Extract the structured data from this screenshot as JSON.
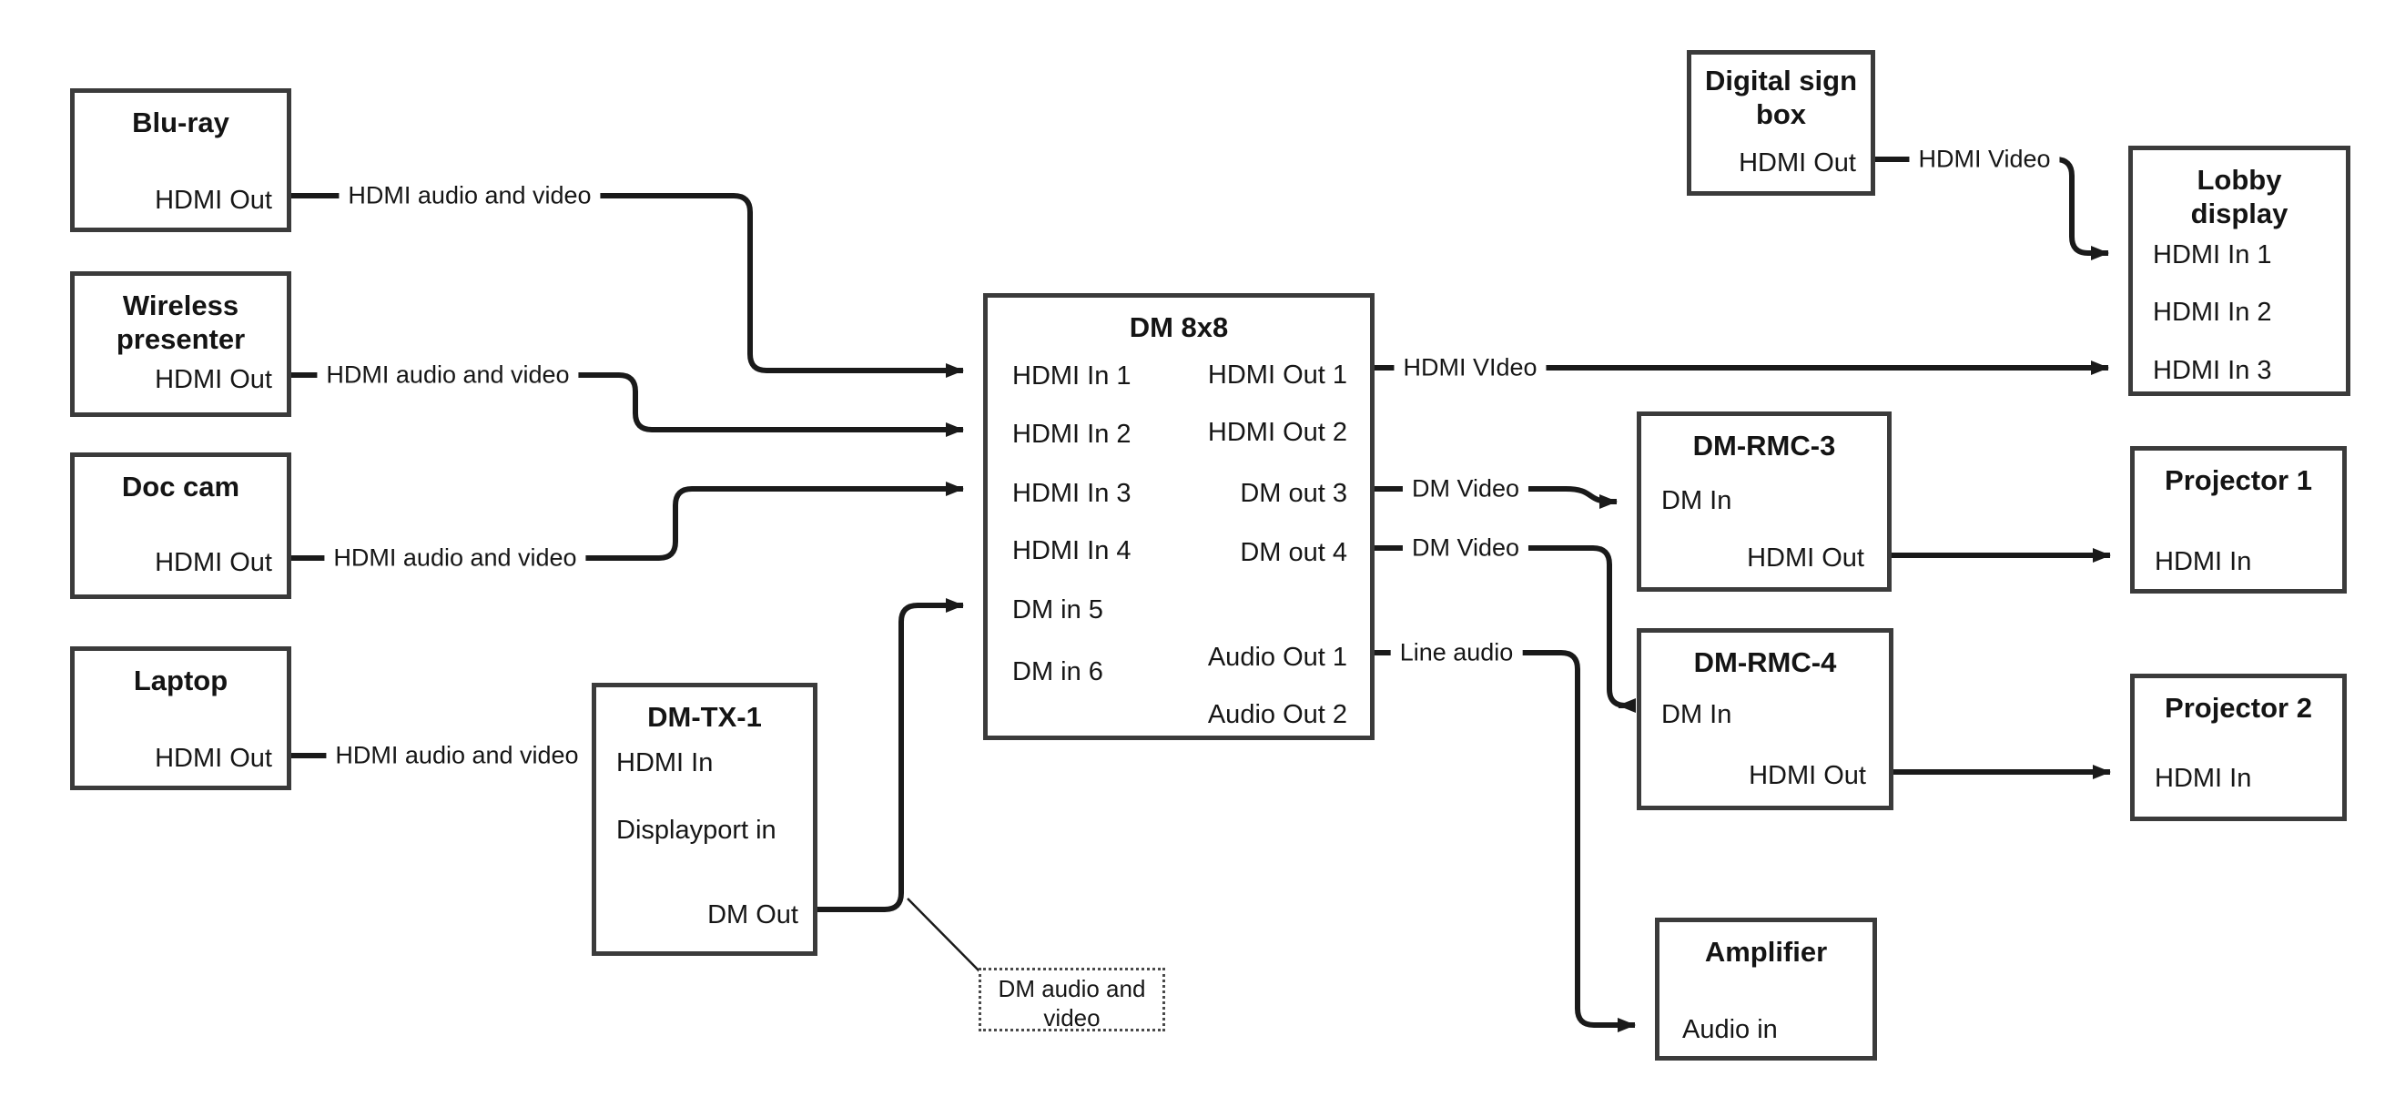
{
  "diagram": {
    "type": "av-signal-flow-diagram",
    "line_color": "#1a1a1a",
    "box_border_color": "#3b3b3b",
    "background_color": "#ffffff"
  },
  "nodes": {
    "bluray": {
      "title": "Blu-ray",
      "ports": {
        "hdmi_out": "HDMI Out"
      }
    },
    "wireless": {
      "title": "Wireless presenter",
      "ports": {
        "hdmi_out": "HDMI Out"
      }
    },
    "doccam": {
      "title": "Doc cam",
      "ports": {
        "hdmi_out": "HDMI Out"
      }
    },
    "laptop": {
      "title": "Laptop",
      "ports": {
        "hdmi_out": "HDMI Out"
      }
    },
    "dmtx1": {
      "title": "DM-TX-1",
      "ports": {
        "hdmi_in": "HDMI In",
        "dp_in": "Displayport in",
        "dm_out": "DM Out"
      }
    },
    "dm8x8": {
      "title": "DM 8x8",
      "ports": {
        "in1": "HDMI In 1",
        "in2": "HDMI In 2",
        "in3": "HDMI In 3",
        "in4": "HDMI In 4",
        "in5": "DM in 5",
        "in6": "DM in 6",
        "out1": "HDMI Out 1",
        "out2": "HDMI Out 2",
        "out3": "DM out 3",
        "out4": "DM out 4",
        "audio1": "Audio Out 1",
        "audio2": "Audio Out 2"
      }
    },
    "digsign": {
      "title": "Digital sign box",
      "ports": {
        "hdmi_out": "HDMI Out"
      }
    },
    "lobby": {
      "title": "Lobby display",
      "ports": {
        "in1": "HDMI In 1",
        "in2": "HDMI In 2",
        "in3": "HDMI In 3"
      }
    },
    "rmc3": {
      "title": "DM-RMC-3",
      "ports": {
        "dm_in": "DM In",
        "hdmi_out": "HDMI Out"
      }
    },
    "rmc4": {
      "title": "DM-RMC-4",
      "ports": {
        "dm_in": "DM In",
        "hdmi_out": "HDMI Out"
      }
    },
    "proj1": {
      "title": "Projector 1",
      "ports": {
        "hdmi_in": "HDMI In"
      }
    },
    "proj2": {
      "title": "Projector 2",
      "ports": {
        "hdmi_in": "HDMI In"
      }
    },
    "amp": {
      "title": "Amplifier",
      "ports": {
        "audio_in": "Audio in"
      }
    }
  },
  "edges": {
    "bluray_to_dm8x8": {
      "label": "HDMI audio and video",
      "from": "Blu-ray HDMI Out",
      "to": "DM 8x8 HDMI In 1"
    },
    "wireless_to_dm8x8": {
      "label": "HDMI audio and video",
      "from": "Wireless presenter HDMI Out",
      "to": "DM 8x8 HDMI In 2"
    },
    "doccam_to_dm8x8": {
      "label": "HDMI audio and video",
      "from": "Doc cam HDMI Out",
      "to": "DM 8x8 HDMI In 3"
    },
    "laptop_to_dmtx1": {
      "label": "HDMI audio and video",
      "from": "Laptop HDMI Out",
      "to": "DM-TX-1 HDMI In"
    },
    "dmtx1_to_dm8x8": {
      "label": "",
      "from": "DM-TX-1 DM Out",
      "to": "DM 8x8 DM in 5"
    },
    "out1_to_lobby": {
      "label": "HDMI VIdeo",
      "from": "DM 8x8 HDMI Out 1",
      "to": "Lobby display HDMI In 3"
    },
    "out3_to_rmc3": {
      "label": "DM Video",
      "from": "DM 8x8 DM out 3",
      "to": "DM-RMC-3 DM In"
    },
    "out4_to_rmc4": {
      "label": "DM Video",
      "from": "DM 8x8 DM out 4",
      "to": "DM-RMC-4 DM In"
    },
    "audio1_to_amp": {
      "label": "Line audio",
      "from": "DM 8x8 Audio Out 1",
      "to": "Amplifier Audio in"
    },
    "rmc3_to_proj1": {
      "label": "",
      "from": "DM-RMC-3 HDMI Out",
      "to": "Projector 1 HDMI In"
    },
    "rmc4_to_proj2": {
      "label": "",
      "from": "DM-RMC-4 HDMI Out",
      "to": "Projector 2 HDMI In"
    },
    "digsign_to_lobby": {
      "label": "HDMI Video",
      "from": "Digital sign box HDMI Out",
      "to": "Lobby display HDMI In 1"
    }
  },
  "annotation": {
    "text": "DM audio and video"
  }
}
